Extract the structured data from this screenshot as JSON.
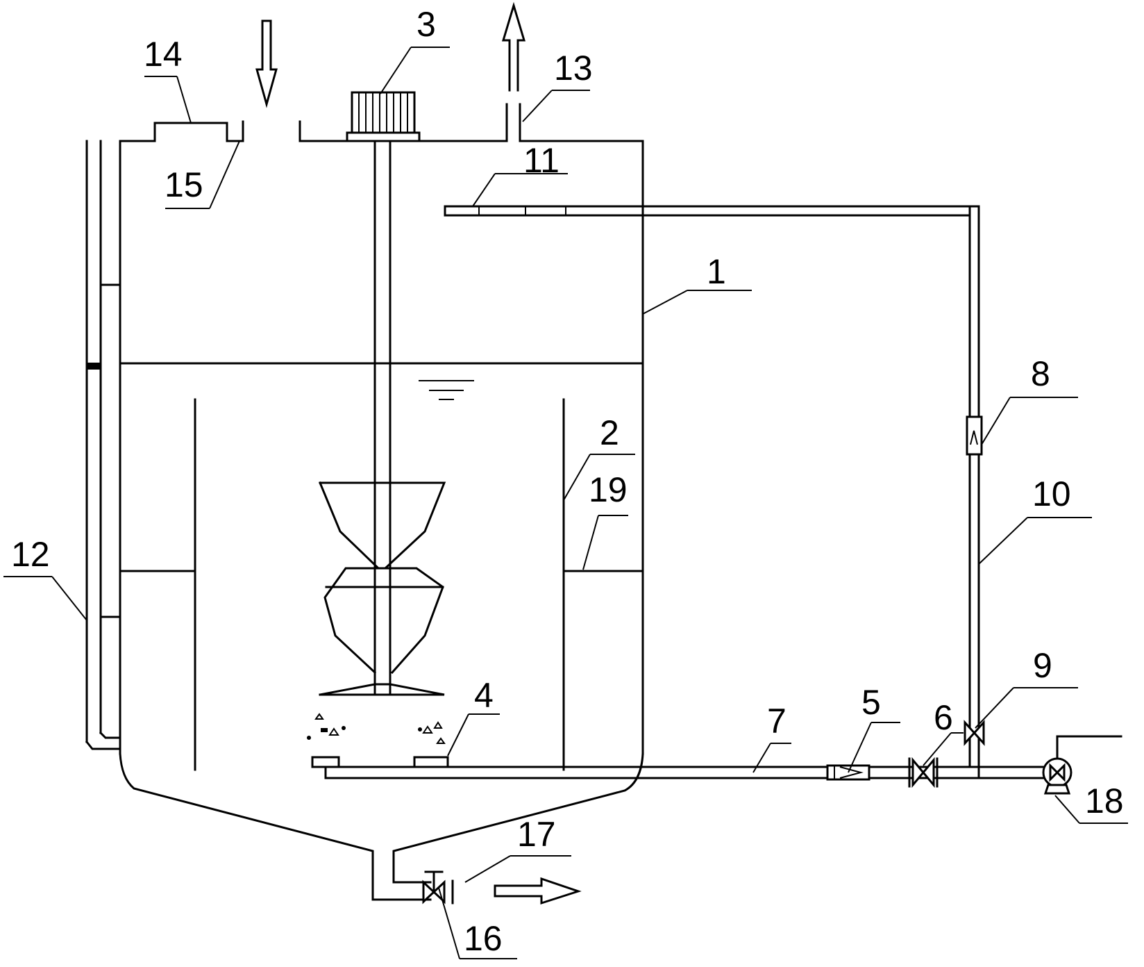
{
  "labels": [
    {
      "id": "1",
      "text": "1"
    },
    {
      "id": "2",
      "text": "2"
    },
    {
      "id": "3",
      "text": "3"
    },
    {
      "id": "4",
      "text": "4"
    },
    {
      "id": "5",
      "text": "5"
    },
    {
      "id": "6",
      "text": "6"
    },
    {
      "id": "7",
      "text": "7"
    },
    {
      "id": "8",
      "text": "8"
    },
    {
      "id": "9",
      "text": "9"
    },
    {
      "id": "10",
      "text": "10"
    },
    {
      "id": "11",
      "text": "11"
    },
    {
      "id": "12",
      "text": "12"
    },
    {
      "id": "13",
      "text": "13"
    },
    {
      "id": "14",
      "text": "14"
    },
    {
      "id": "15",
      "text": "15"
    },
    {
      "id": "16",
      "text": "16"
    },
    {
      "id": "17",
      "text": "17"
    },
    {
      "id": "19",
      "text": "19"
    },
    {
      "id": "18",
      "text": "18"
    }
  ]
}
